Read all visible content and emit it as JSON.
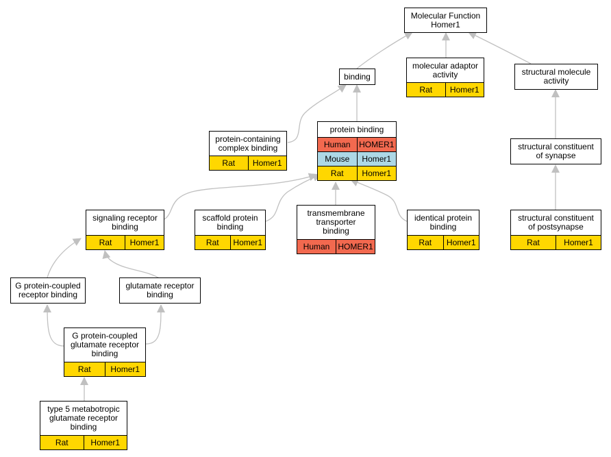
{
  "colors": {
    "edge": "#c0c0c0",
    "Rat": "#ffd700",
    "Human": "#f2694f",
    "Mouse": "#add8e6"
  },
  "nodes": {
    "mf": {
      "label": "Molecular Function\nHomer1",
      "rows": []
    },
    "binding": {
      "label": "binding",
      "rows": []
    },
    "mad": {
      "label": "molecular adaptor\nactivity",
      "rows": [
        [
          "Rat",
          "Homer1"
        ]
      ]
    },
    "sma": {
      "label": "structural molecule\nactivity",
      "rows": []
    },
    "pcb": {
      "label": "protein-containing\ncomplex binding",
      "rows": [
        [
          "Rat",
          "Homer1"
        ]
      ]
    },
    "pb": {
      "label": "protein binding",
      "rows": [
        [
          "Human",
          "HOMER1"
        ],
        [
          "Mouse",
          "Homer1"
        ],
        [
          "Rat",
          "Homer1"
        ]
      ]
    },
    "scs": {
      "label": "structural constituent\nof synapse",
      "rows": []
    },
    "srb": {
      "label": "signaling receptor\nbinding",
      "rows": [
        [
          "Rat",
          "Homer1"
        ]
      ]
    },
    "spb": {
      "label": "scaffold protein\nbinding",
      "rows": [
        [
          "Rat",
          "Homer1"
        ]
      ]
    },
    "ttb": {
      "label": "transmembrane\ntransporter\nbinding",
      "rows": [
        [
          "Human",
          "HOMER1"
        ]
      ]
    },
    "ipb": {
      "label": "identical protein\nbinding",
      "rows": [
        [
          "Rat",
          "Homer1"
        ]
      ]
    },
    "scp": {
      "label": "structural constituent\nof postsynapse",
      "rows": [
        [
          "Rat",
          "Homer1"
        ]
      ]
    },
    "gpcrb": {
      "label": "G protein-coupled\nreceptor binding",
      "rows": []
    },
    "grb": {
      "label": "glutamate receptor\nbinding",
      "rows": []
    },
    "gpcgrb": {
      "label": "G protein-coupled\nglutamate receptor\nbinding",
      "rows": [
        [
          "Rat",
          "Homer1"
        ]
      ]
    },
    "t5": {
      "label": "type 5 metabotropic\nglutamate receptor\nbinding",
      "rows": [
        [
          "Rat",
          "Homer1"
        ]
      ]
    }
  }
}
